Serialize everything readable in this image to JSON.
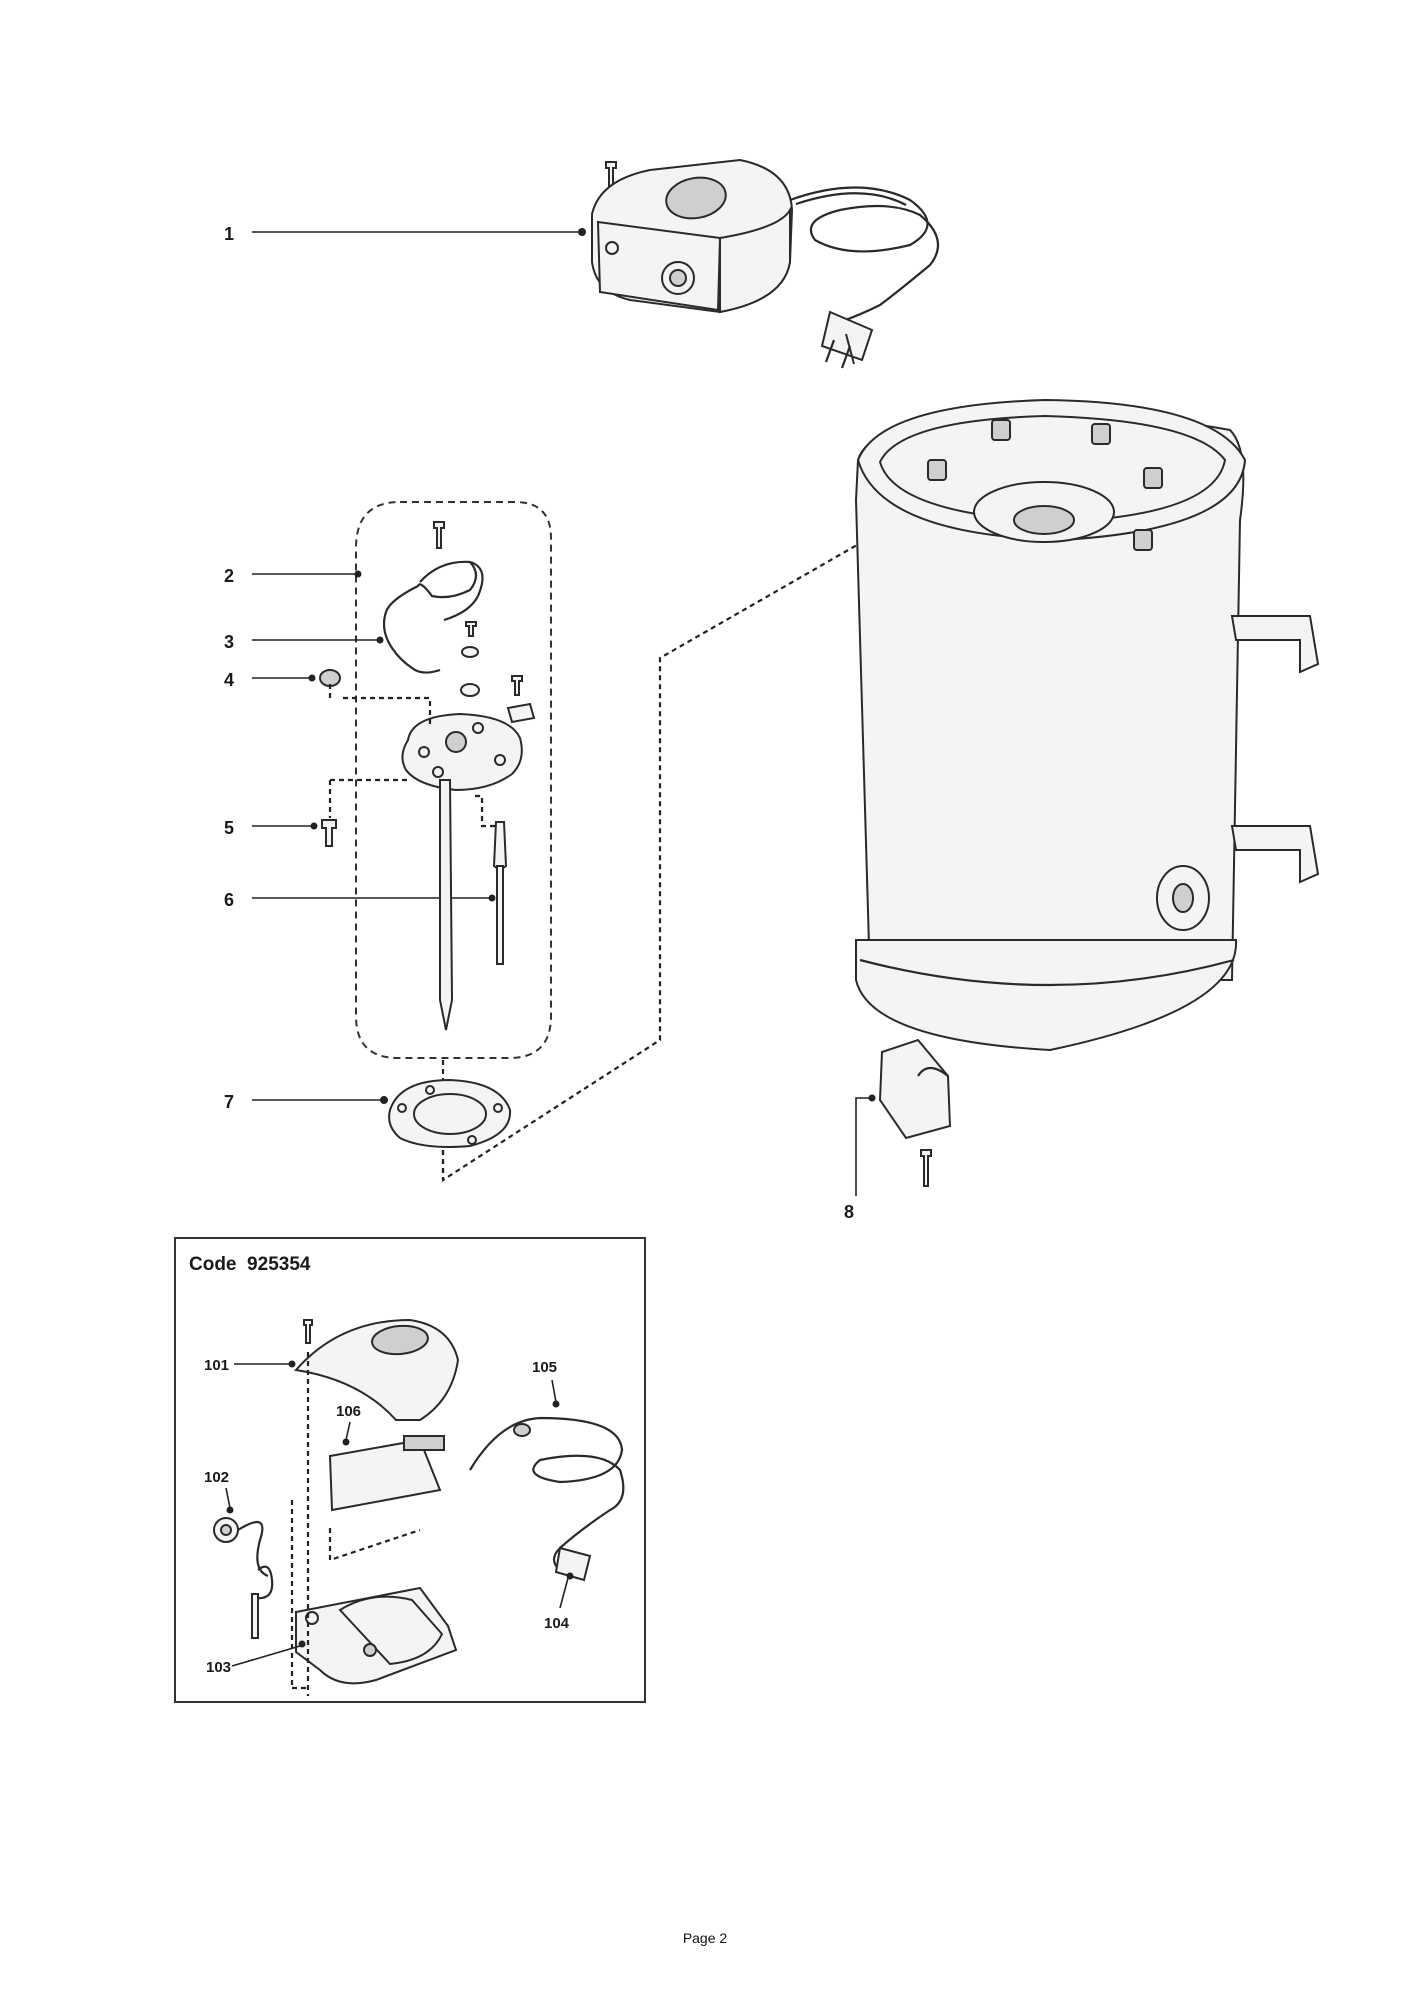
{
  "callouts": {
    "c1": "1",
    "c2": "2",
    "c3": "3",
    "c4": "4",
    "c5": "5",
    "c6": "6",
    "c7": "7",
    "c8": "8",
    "c101": "101",
    "c102": "102",
    "c103": "103",
    "c104": "104",
    "c105": "105",
    "c106": "106"
  },
  "inset": {
    "code_label": "Code  925354"
  },
  "footer": {
    "page": "Page 2"
  }
}
